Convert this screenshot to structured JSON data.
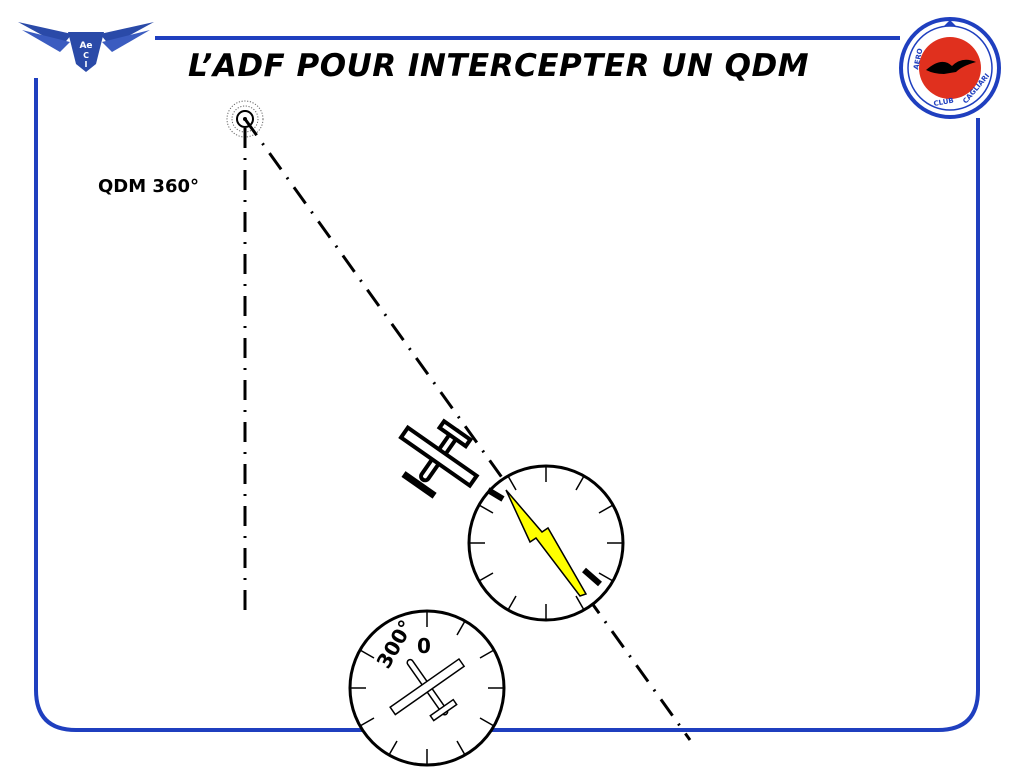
{
  "slide": {
    "title": "L’ADF POUR INTERCEPTER UN QDM",
    "qdm_label": "QDM 360°"
  },
  "logo_left": {
    "text": "Ae C I",
    "icon": "eagle-wings-logo"
  },
  "logo_right": {
    "text": "AERO CLUB CAGLIARI",
    "icon": "seagull-logo"
  },
  "heading_indicator": {
    "heading_label": "300°",
    "north_label": "0"
  },
  "adf_indicator": {
    "pointer": "yellow-needle"
  },
  "colors": {
    "frame": "#1f3fbf",
    "logo_left": "#2a4aa8",
    "logo_right_disc": "#e0301e",
    "logo_right_ring": "#1f3fbf",
    "needle": "#ffff00",
    "ink": "#000000"
  }
}
